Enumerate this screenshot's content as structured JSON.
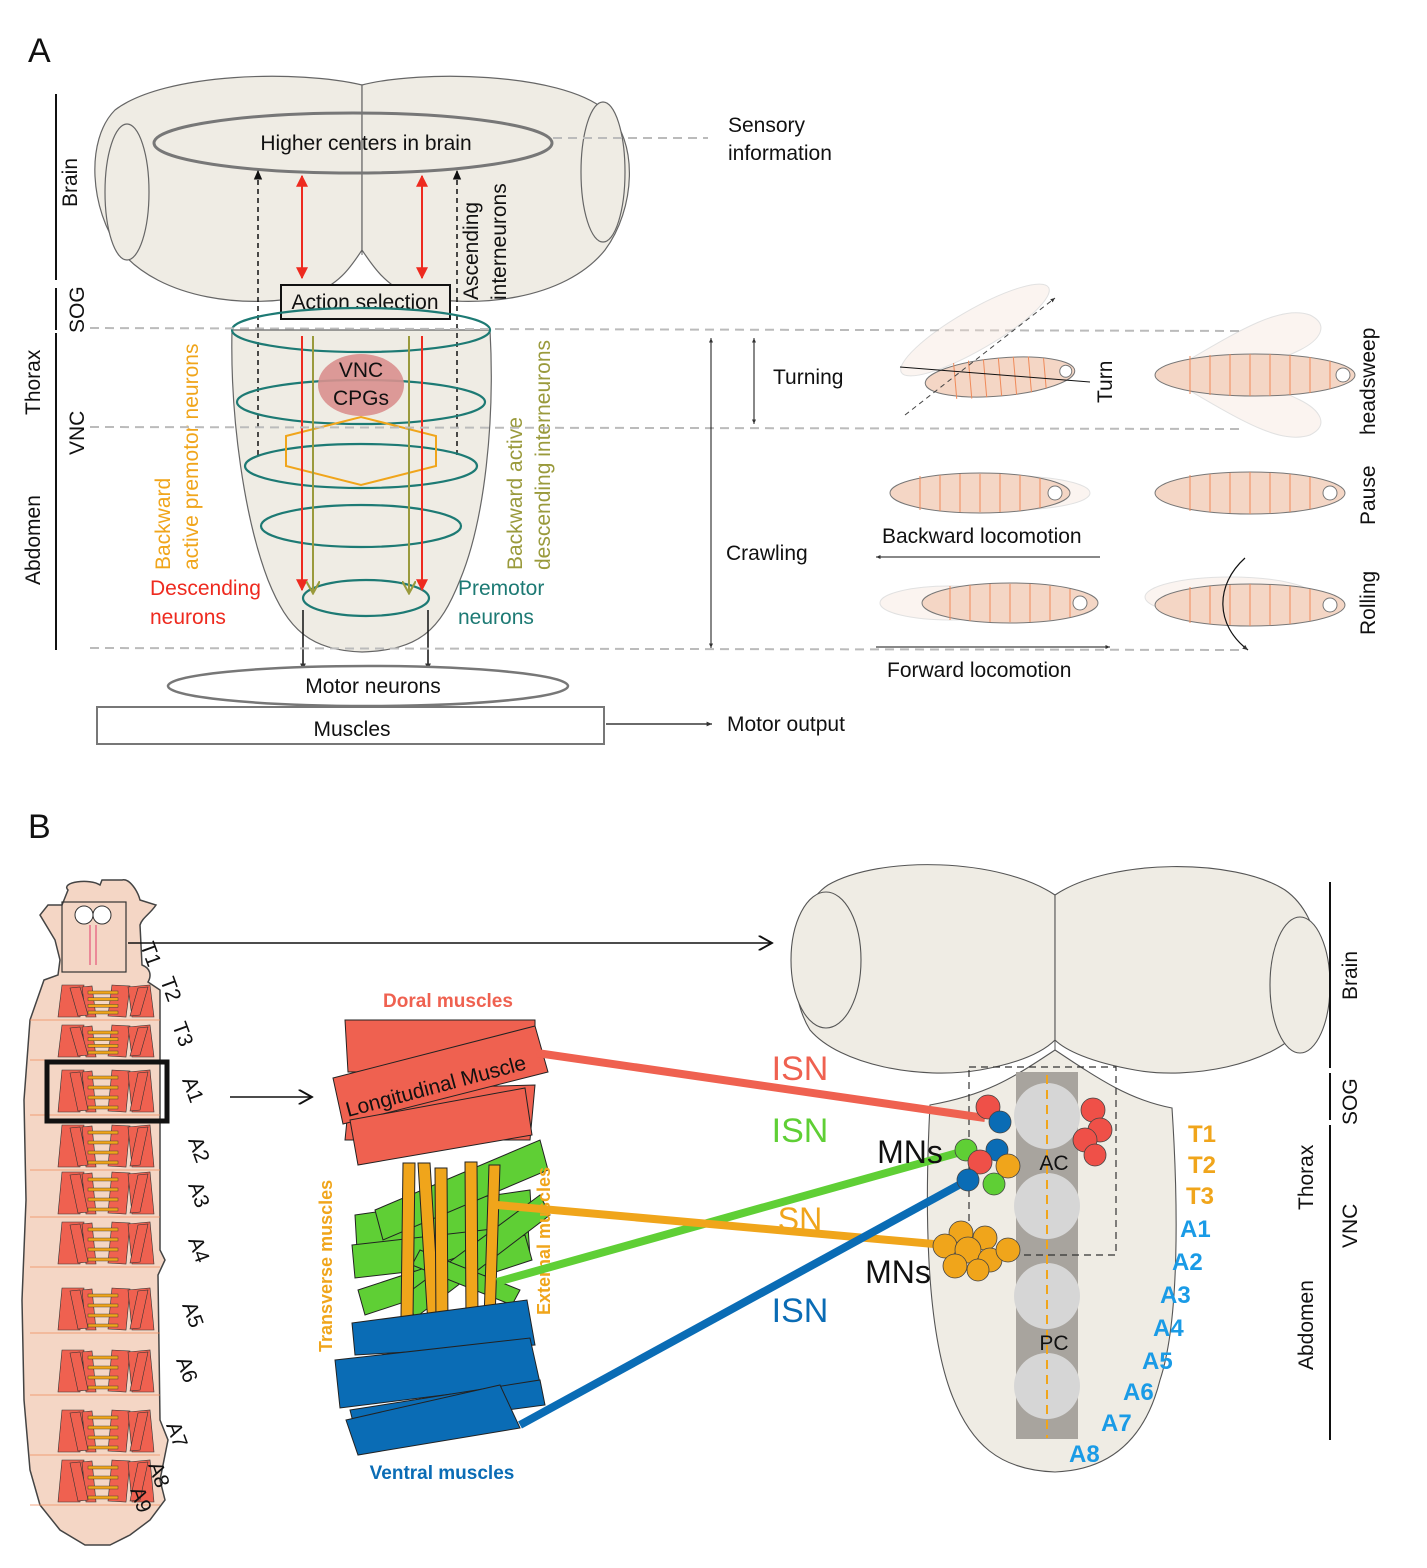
{
  "colors": {
    "brain_fill": "#efece4",
    "red": "#ee2a1f",
    "orange": "#f0a51b",
    "teal": "#1d7a74",
    "olive": "#9a9a3c",
    "muscle_red": "#ef6150",
    "muscle_green": "#5fcf35",
    "muscle_blue": "#0a6cb5",
    "segment_yellow": "#f0a51b",
    "segment_blue": "#1a9be6",
    "larva_fill": "#f4d6c5"
  },
  "panelA": {
    "letter": "A",
    "higher_centers": "Higher centers in brain",
    "sensory_1": "Sensory",
    "sensory_2": "information",
    "ascending_1": "Ascending",
    "ascending_2": "interneurons",
    "action_selection": "Action selection",
    "vnc_cpg_1": "VNC",
    "vnc_cpg_2": "CPGs",
    "backward_premotor_1": "Backward",
    "backward_premotor_2": "active premotor neurons",
    "backward_desc_1": "Backward active",
    "backward_desc_2": "descending interneurons",
    "descending_1": "Descending",
    "descending_2": "neurons",
    "premotor_1": "Premotor",
    "premotor_2": "neurons",
    "motor_neurons": "Motor neurons",
    "muscles": "Muscles",
    "motor_output": "Motor output",
    "region_brain": "Brain",
    "region_sog": "SOG",
    "region_thorax": "Thorax",
    "region_vnc": "VNC",
    "region_abdomen": "Abdomen",
    "turning": "Turning",
    "crawling": "Crawling",
    "turn": "Turn",
    "headsweep": "headsweep",
    "pause": "Pause",
    "rolling": "Rolling",
    "backward_locomotion": "Backward locomotion",
    "forward_locomotion": "Forward locomotion"
  },
  "panelB": {
    "letter": "B",
    "larva_segments": [
      "T1",
      "T2",
      "T3",
      "A1",
      "A2",
      "A3",
      "A4",
      "A5",
      "A6",
      "A7",
      "A8",
      "A9"
    ],
    "doral_muscles": "Doral muscles",
    "longitudinal_muscle": "Longitudinal Muscle",
    "transverse_muscles": "Transverse muscles",
    "external_muscles": "External muscles",
    "ventral_muscles": "Ventral muscles",
    "isn_red": "ISN",
    "isn_green": "ISN",
    "sn": "SN",
    "isn_blue": "ISN",
    "mns_top": "MNs",
    "mns_bottom": "MNs",
    "ac": "AC",
    "pc": "PC",
    "thoracic_segments": [
      "T1",
      "T2",
      "T3"
    ],
    "abdominal_segments": [
      "A1",
      "A2",
      "A3",
      "A4",
      "A5",
      "A6",
      "A7",
      "A8"
    ],
    "region_brain": "Brain",
    "region_sog": "SOG",
    "region_thorax": "Thorax",
    "region_vnc": "VNC",
    "region_abdomen": "Abdomen"
  }
}
